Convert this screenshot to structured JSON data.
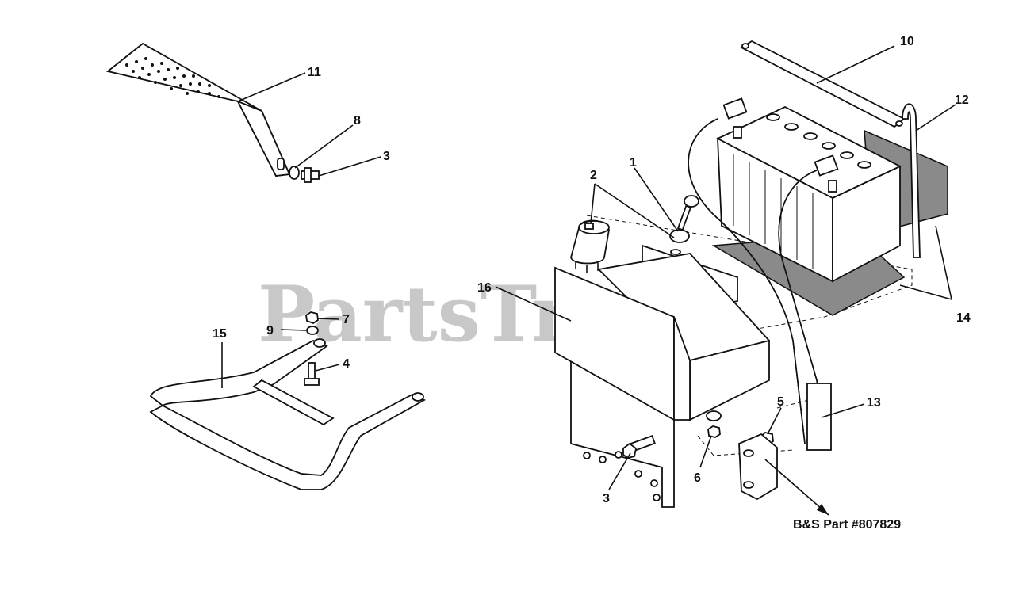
{
  "watermark": "PartsTree",
  "footnote": "B&S Part #807829",
  "callouts": {
    "c1": "1",
    "c2": "2",
    "c3a": "3",
    "c3b": "3",
    "c4": "4",
    "c5": "5",
    "c6": "6",
    "c7": "7",
    "c8": "8",
    "c9": "9",
    "c10": "10",
    "c11": "11",
    "c12": "12",
    "c13": "13",
    "c14": "14",
    "c15": "15",
    "c16": "16"
  },
  "colors": {
    "watermark": "#c8c8c8",
    "ink": "#111111",
    "mat": "#8a8a8a"
  }
}
